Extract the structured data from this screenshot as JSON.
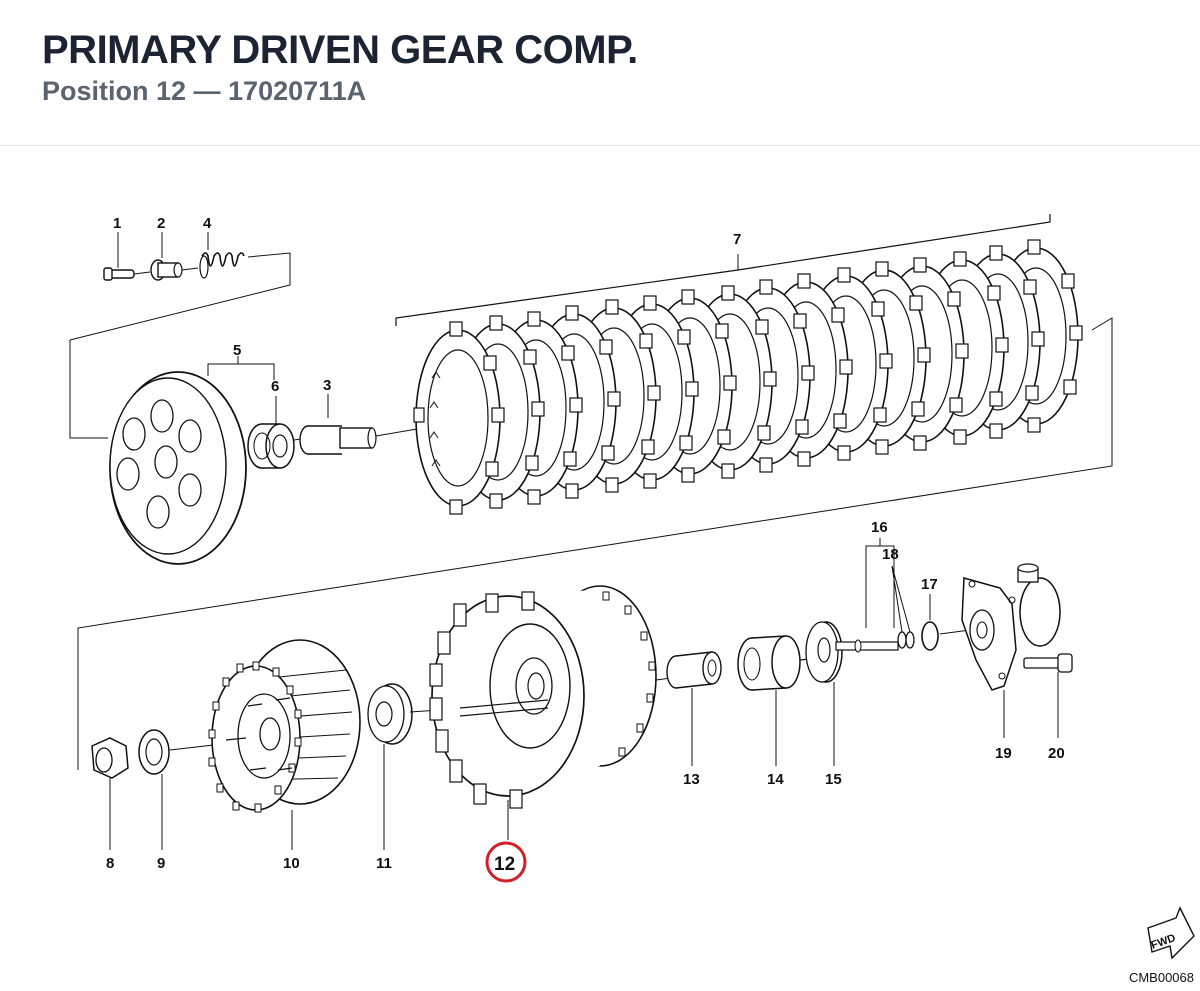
{
  "header": {
    "title": "PRIMARY DRIVEN GEAR COMP.",
    "subtitle": "Position 12 — 17020711A"
  },
  "diagram": {
    "labels": [
      "1",
      "2",
      "4",
      "7",
      "5",
      "6",
      "3",
      "16",
      "18",
      "17",
      "8",
      "9",
      "10",
      "11",
      "12",
      "13",
      "14",
      "15",
      "19",
      "20"
    ],
    "highlight": "12",
    "highlight_color": "#d0202a",
    "fwd_label": "FWD",
    "drawing_code": "CMB00068"
  }
}
